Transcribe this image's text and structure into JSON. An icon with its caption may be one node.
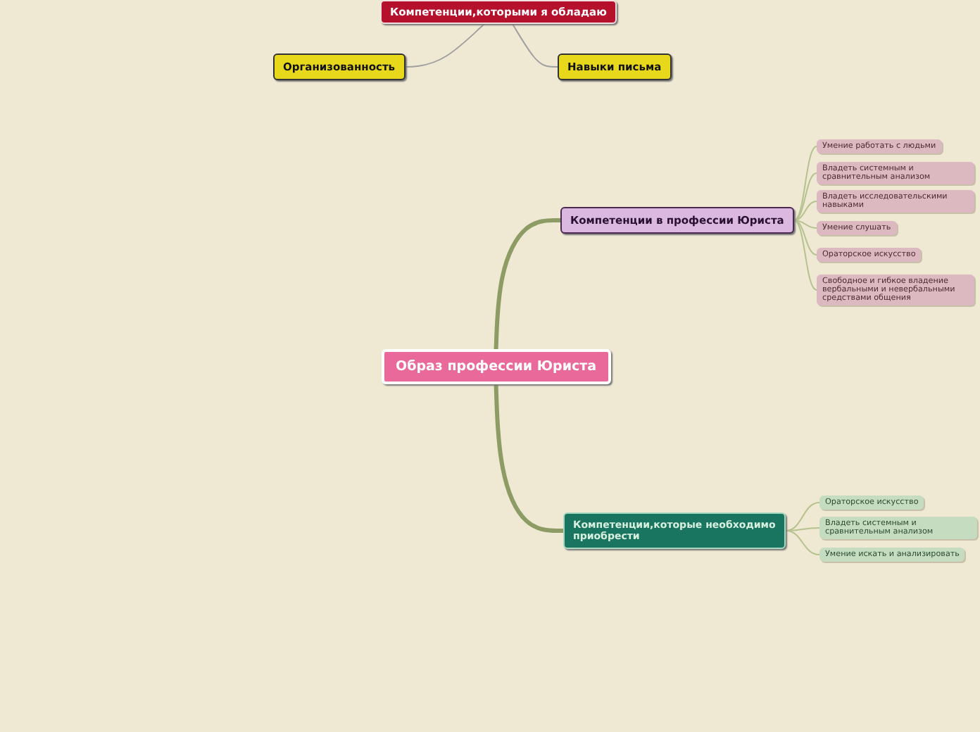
{
  "diagram": {
    "nodes": [
      {
        "text": [
          "Образ профессии Юриста"
        ]
      },
      {
        "text": [
          "Компетенции,которыми я обладаю"
        ]
      },
      {
        "text": [
          "Организованность"
        ]
      },
      {
        "text": [
          "Навыки письма"
        ]
      },
      {
        "text": [
          "Компетенции в профессии Юриста"
        ]
      },
      {
        "text": [
          "Умение работать с людьми"
        ]
      },
      {
        "text": [
          "Владеть системным и сравнительным анализом"
        ]
      },
      {
        "text": [
          "Владеть исследовательскими навыками"
        ]
      },
      {
        "text": [
          "Умение слушать"
        ]
      },
      {
        "text": [
          "Ораторское искусство"
        ]
      },
      {
        "text": [
          "Свободное и гибкое владение вербальными и невербальными средствами общения"
        ]
      },
      {
        "text": [
          "Компетенции,которые необходимо приобрести"
        ]
      },
      {
        "text": [
          "Ораторское искусство"
        ]
      },
      {
        "text": [
          "Владеть системным и сравнительным анализом"
        ]
      },
      {
        "text": [
          "Умение искать и анализировать"
        ]
      }
    ],
    "edges": [
      {
        "from": 1,
        "to": 2,
        "arrow": "none",
        "color": "#a0a0a0"
      },
      {
        "from": 1,
        "to": 3,
        "arrow": "none",
        "color": "#a0a0a0"
      },
      {
        "from": 0,
        "to": 4,
        "arrow": "none",
        "style": "thick",
        "color": "#8c9c64"
      },
      {
        "from": 0,
        "to": 11,
        "arrow": "none",
        "style": "thick",
        "color": "#8c9c64"
      },
      {
        "from": 4,
        "to": 5,
        "arrow": "none"
      },
      {
        "from": 4,
        "to": 6,
        "arrow": "none"
      },
      {
        "from": 4,
        "to": 7,
        "arrow": "none"
      },
      {
        "from": 4,
        "to": 8,
        "arrow": "none"
      },
      {
        "from": 4,
        "to": 9,
        "arrow": "none"
      },
      {
        "from": 4,
        "to": 10,
        "arrow": "none"
      },
      {
        "from": 11,
        "to": 12,
        "arrow": "none"
      },
      {
        "from": 11,
        "to": 13,
        "arrow": "none"
      },
      {
        "from": 11,
        "to": 14,
        "arrow": "none"
      }
    ]
  }
}
